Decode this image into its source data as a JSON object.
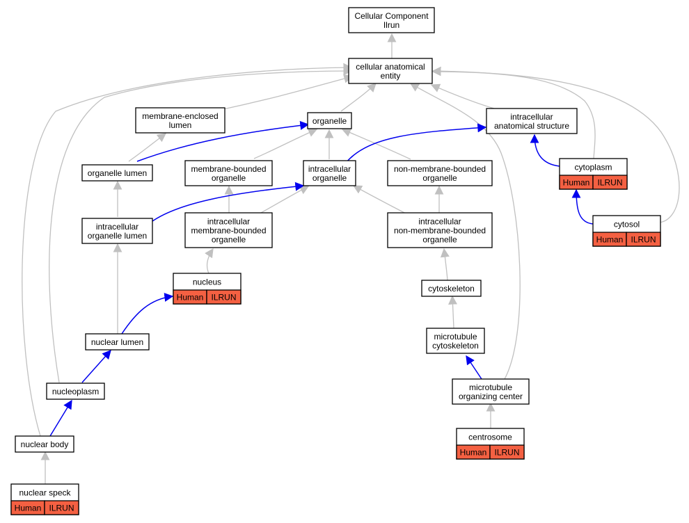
{
  "colors": {
    "annotation_fill": "#f46042",
    "is_a_edge": "#c0c0c0",
    "part_of_edge": "#0000ee"
  },
  "nodes": {
    "root": [
      "Cellular Component",
      "Ilrun"
    ],
    "cae": [
      "cellular anatomical",
      "entity"
    ],
    "mel": [
      "membrane-enclosed",
      "lumen"
    ],
    "org": [
      "organelle"
    ],
    "ias": [
      "intracellular",
      "anatomical structure"
    ],
    "orglumen": [
      "organelle lumen"
    ],
    "mbo": [
      "membrane-bounded",
      "organelle"
    ],
    "io": [
      "intracellular",
      "organelle"
    ],
    "nmbo": [
      "non-membrane-bounded",
      "organelle"
    ],
    "cytoplasm": [
      "cytoplasm"
    ],
    "iol": [
      "intracellular",
      "organelle lumen"
    ],
    "imbo": [
      "intracellular",
      "membrane-bounded",
      "organelle"
    ],
    "inmbo": [
      "intracellular",
      "non-membrane-bounded",
      "organelle"
    ],
    "cytosol": [
      "cytosol"
    ],
    "nucleus": [
      "nucleus"
    ],
    "cytoskeleton": [
      "cytoskeleton"
    ],
    "nuclumen": [
      "nuclear lumen"
    ],
    "mtcyto": [
      "microtubule",
      "cytoskeleton"
    ],
    "mtoc": [
      "microtubule",
      "organizing center"
    ],
    "nucleoplasm": [
      "nucleoplasm"
    ],
    "centrosome": [
      "centrosome"
    ],
    "nucbody": [
      "nuclear body"
    ],
    "speck": [
      "nuclear speck"
    ]
  },
  "annotations": {
    "cytoplasm": [
      "Human",
      "ILRUN"
    ],
    "cytosol": [
      "Human",
      "ILRUN"
    ],
    "nucleus": [
      "Human",
      "ILRUN"
    ],
    "centrosome": [
      "Human",
      "ILRUN"
    ],
    "speck": [
      "Human",
      "ILRUN"
    ]
  }
}
